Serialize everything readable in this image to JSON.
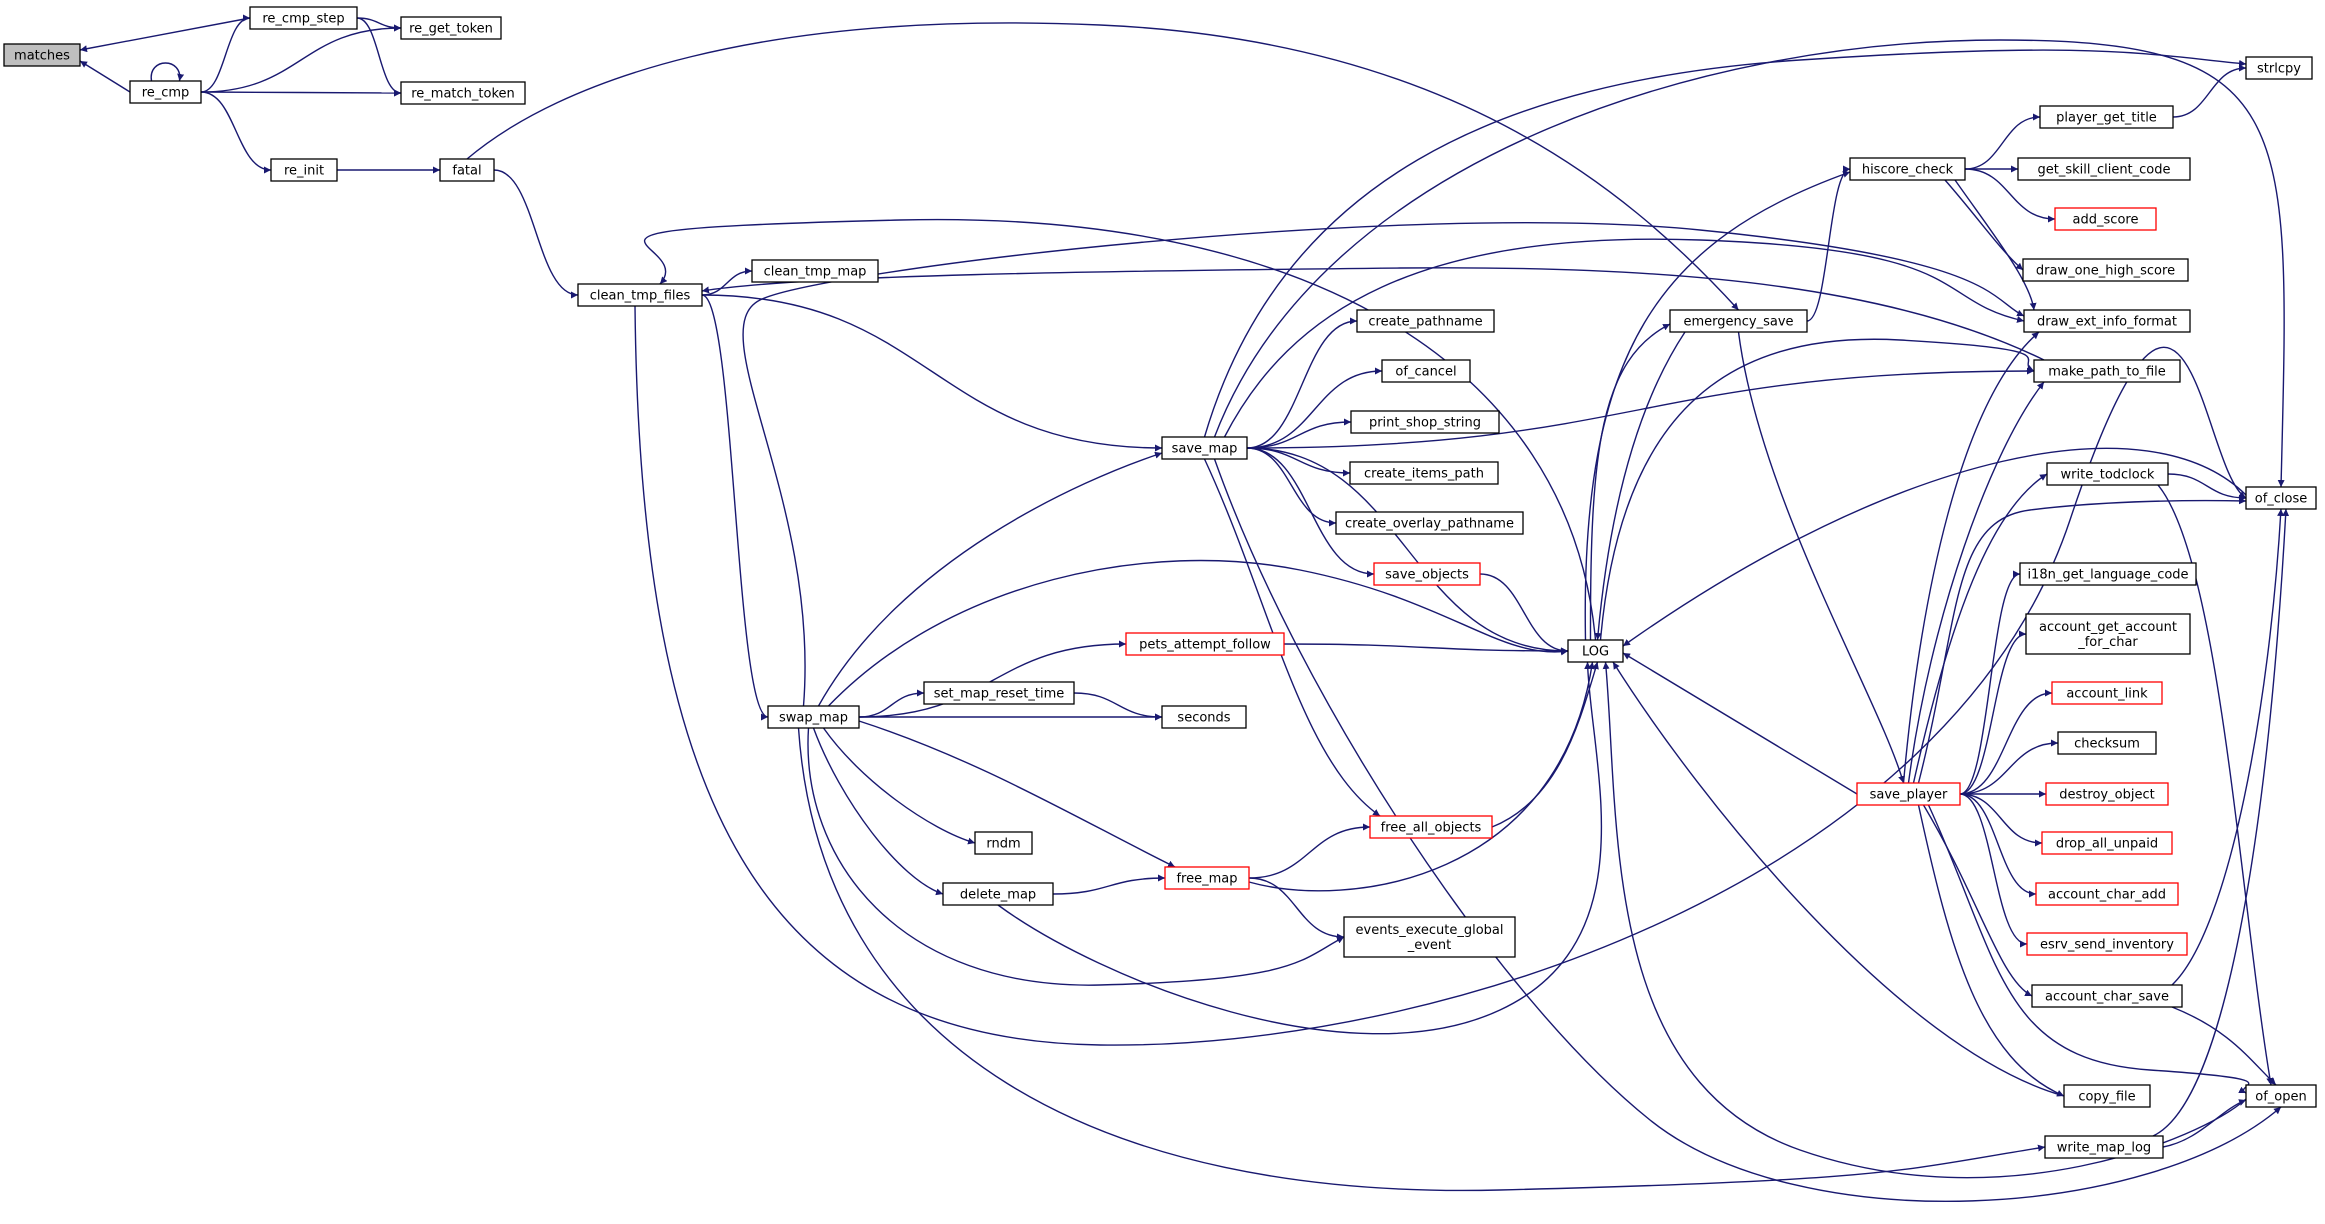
{
  "diagram": {
    "type": "call-graph",
    "colors": {
      "edge": "#191970",
      "node_border": "#000000",
      "highlight_border": "#ff0000",
      "focus_fill": "#bfbfbf"
    },
    "nodes": [
      {
        "id": "matches",
        "label": "matches",
        "style": "focus"
      },
      {
        "id": "re_cmp",
        "label": "re_cmp",
        "style": "normal"
      },
      {
        "id": "re_cmp_step",
        "label": "re_cmp_step",
        "style": "normal"
      },
      {
        "id": "re_get_token",
        "label": "re_get_token",
        "style": "normal"
      },
      {
        "id": "re_match_token",
        "label": "re_match_token",
        "style": "normal"
      },
      {
        "id": "re_init",
        "label": "re_init",
        "style": "normal"
      },
      {
        "id": "fatal",
        "label": "fatal",
        "style": "normal"
      },
      {
        "id": "clean_tmp_files",
        "label": "clean_tmp_files",
        "style": "normal"
      },
      {
        "id": "clean_tmp_map",
        "label": "clean_tmp_map",
        "style": "normal"
      },
      {
        "id": "save_map",
        "label": "save_map",
        "style": "normal"
      },
      {
        "id": "swap_map",
        "label": "swap_map",
        "style": "normal"
      },
      {
        "id": "create_pathname",
        "label": "create_pathname",
        "style": "normal"
      },
      {
        "id": "of_cancel",
        "label": "of_cancel",
        "style": "normal"
      },
      {
        "id": "print_shop_string",
        "label": "print_shop_string",
        "style": "normal"
      },
      {
        "id": "create_items_path",
        "label": "create_items_path",
        "style": "normal"
      },
      {
        "id": "create_overlay_pathname",
        "label": "create_overlay_pathname",
        "style": "normal"
      },
      {
        "id": "save_objects",
        "label": "save_objects",
        "style": "red"
      },
      {
        "id": "pets_attempt_follow",
        "label": "pets_attempt_follow",
        "style": "red"
      },
      {
        "id": "set_map_reset_time",
        "label": "set_map_reset_time",
        "style": "normal"
      },
      {
        "id": "seconds",
        "label": "seconds",
        "style": "normal"
      },
      {
        "id": "rndm",
        "label": "rndm",
        "style": "normal"
      },
      {
        "id": "delete_map",
        "label": "delete_map",
        "style": "normal"
      },
      {
        "id": "free_map",
        "label": "free_map",
        "style": "red"
      },
      {
        "id": "free_all_objects",
        "label": "free_all_objects",
        "style": "red"
      },
      {
        "id": "events_execute_global_event",
        "label": "events_execute_global\n_event",
        "style": "normal"
      },
      {
        "id": "LOG",
        "label": "LOG",
        "style": "normal"
      },
      {
        "id": "emergency_save",
        "label": "emergency_save",
        "style": "normal"
      },
      {
        "id": "hiscore_check",
        "label": "hiscore_check",
        "style": "normal"
      },
      {
        "id": "save_player",
        "label": "save_player",
        "style": "red"
      },
      {
        "id": "player_get_title",
        "label": "player_get_title",
        "style": "normal"
      },
      {
        "id": "get_skill_client_code",
        "label": "get_skill_client_code",
        "style": "normal"
      },
      {
        "id": "add_score",
        "label": "add_score",
        "style": "red"
      },
      {
        "id": "draw_one_high_score",
        "label": "draw_one_high_score",
        "style": "normal"
      },
      {
        "id": "draw_ext_info_format",
        "label": "draw_ext_info_format",
        "style": "normal"
      },
      {
        "id": "make_path_to_file",
        "label": "make_path_to_file",
        "style": "normal"
      },
      {
        "id": "write_todclock",
        "label": "write_todclock",
        "style": "normal"
      },
      {
        "id": "i18n_get_language_code",
        "label": "i18n_get_language_code",
        "style": "normal"
      },
      {
        "id": "account_get_account_for_char",
        "label": "account_get_account\n_for_char",
        "style": "normal"
      },
      {
        "id": "account_link",
        "label": "account_link",
        "style": "red"
      },
      {
        "id": "checksum",
        "label": "checksum",
        "style": "normal"
      },
      {
        "id": "destroy_object",
        "label": "destroy_object",
        "style": "red"
      },
      {
        "id": "drop_all_unpaid",
        "label": "drop_all_unpaid",
        "style": "red"
      },
      {
        "id": "account_char_add",
        "label": "account_char_add",
        "style": "red"
      },
      {
        "id": "esrv_send_inventory",
        "label": "esrv_send_inventory",
        "style": "red"
      },
      {
        "id": "account_char_save",
        "label": "account_char_save",
        "style": "normal"
      },
      {
        "id": "copy_file",
        "label": "copy_file",
        "style": "normal"
      },
      {
        "id": "write_map_log",
        "label": "write_map_log",
        "style": "normal"
      },
      {
        "id": "strlcpy",
        "label": "strlcpy",
        "style": "normal"
      },
      {
        "id": "of_close",
        "label": "of_close",
        "style": "normal"
      },
      {
        "id": "of_open",
        "label": "of_open",
        "style": "normal"
      }
    ],
    "edges": [
      {
        "from": "re_cmp",
        "to": "matches"
      },
      {
        "from": "re_cmp_step",
        "to": "matches"
      },
      {
        "from": "re_cmp",
        "to": "re_cmp"
      },
      {
        "from": "re_cmp",
        "to": "re_cmp_step"
      },
      {
        "from": "re_cmp_step",
        "to": "re_get_token"
      },
      {
        "from": "re_cmp_step",
        "to": "re_match_token"
      },
      {
        "from": "re_cmp",
        "to": "re_get_token"
      },
      {
        "from": "re_cmp",
        "to": "re_match_token"
      },
      {
        "from": "re_cmp",
        "to": "re_init"
      },
      {
        "from": "re_init",
        "to": "fatal"
      },
      {
        "from": "fatal",
        "to": "emergency_save"
      },
      {
        "from": "fatal",
        "to": "clean_tmp_files"
      },
      {
        "from": "clean_tmp_files",
        "to": "clean_tmp_map"
      },
      {
        "from": "clean_tmp_files",
        "to": "save_map"
      },
      {
        "from": "clean_tmp_files",
        "to": "swap_map"
      },
      {
        "from": "clean_tmp_files",
        "to": "of_close"
      },
      {
        "from": "LOG",
        "to": "clean_tmp_files"
      },
      {
        "from": "make_path_to_file",
        "to": "clean_tmp_files"
      },
      {
        "from": "save_map",
        "to": "create_pathname"
      },
      {
        "from": "save_map",
        "to": "of_cancel"
      },
      {
        "from": "save_map",
        "to": "print_shop_string"
      },
      {
        "from": "save_map",
        "to": "create_items_path"
      },
      {
        "from": "save_map",
        "to": "create_overlay_pathname"
      },
      {
        "from": "save_map",
        "to": "save_objects"
      },
      {
        "from": "save_map",
        "to": "LOG"
      },
      {
        "from": "save_map",
        "to": "free_all_objects"
      },
      {
        "from": "save_map",
        "to": "strlcpy"
      },
      {
        "from": "save_map",
        "to": "of_close"
      },
      {
        "from": "save_map",
        "to": "of_open"
      },
      {
        "from": "save_map",
        "to": "draw_ext_info_format"
      },
      {
        "from": "save_map",
        "to": "make_path_to_file"
      },
      {
        "from": "swap_map",
        "to": "save_map"
      },
      {
        "from": "swap_map",
        "to": "pets_attempt_follow"
      },
      {
        "from": "swap_map",
        "to": "set_map_reset_time"
      },
      {
        "from": "swap_map",
        "to": "seconds"
      },
      {
        "from": "swap_map",
        "to": "rndm"
      },
      {
        "from": "swap_map",
        "to": "delete_map"
      },
      {
        "from": "swap_map",
        "to": "free_map"
      },
      {
        "from": "swap_map",
        "to": "events_execute_global_event"
      },
      {
        "from": "swap_map",
        "to": "LOG"
      },
      {
        "from": "swap_map",
        "to": "draw_ext_info_format"
      },
      {
        "from": "swap_map",
        "to": "write_map_log"
      },
      {
        "from": "set_map_reset_time",
        "to": "seconds"
      },
      {
        "from": "delete_map",
        "to": "free_map"
      },
      {
        "from": "delete_map",
        "to": "LOG"
      },
      {
        "from": "free_map",
        "to": "free_all_objects"
      },
      {
        "from": "free_map",
        "to": "events_execute_global_event"
      },
      {
        "from": "free_map",
        "to": "LOG"
      },
      {
        "from": "free_all_objects",
        "to": "LOG"
      },
      {
        "from": "save_objects",
        "to": "LOG"
      },
      {
        "from": "pets_attempt_follow",
        "to": "LOG"
      },
      {
        "from": "LOG",
        "to": "emergency_save"
      },
      {
        "from": "LOG",
        "to": "hiscore_check"
      },
      {
        "from": "LOG",
        "to": "make_path_to_file"
      },
      {
        "from": "emergency_save",
        "to": "LOG"
      },
      {
        "from": "emergency_save",
        "to": "hiscore_check"
      },
      {
        "from": "emergency_save",
        "to": "save_player"
      },
      {
        "from": "hiscore_check",
        "to": "player_get_title"
      },
      {
        "from": "hiscore_check",
        "to": "get_skill_client_code"
      },
      {
        "from": "hiscore_check",
        "to": "add_score"
      },
      {
        "from": "hiscore_check",
        "to": "draw_one_high_score"
      },
      {
        "from": "hiscore_check",
        "to": "draw_ext_info_format"
      },
      {
        "from": "player_get_title",
        "to": "strlcpy"
      },
      {
        "from": "save_player",
        "to": "LOG"
      },
      {
        "from": "save_player",
        "to": "draw_ext_info_format"
      },
      {
        "from": "save_player",
        "to": "make_path_to_file"
      },
      {
        "from": "save_player",
        "to": "write_todclock"
      },
      {
        "from": "save_player",
        "to": "of_close"
      },
      {
        "from": "save_player",
        "to": "i18n_get_language_code"
      },
      {
        "from": "save_player",
        "to": "account_get_account_for_char"
      },
      {
        "from": "save_player",
        "to": "account_link"
      },
      {
        "from": "save_player",
        "to": "checksum"
      },
      {
        "from": "save_player",
        "to": "destroy_object"
      },
      {
        "from": "save_player",
        "to": "drop_all_unpaid"
      },
      {
        "from": "save_player",
        "to": "account_char_add"
      },
      {
        "from": "save_player",
        "to": "esrv_send_inventory"
      },
      {
        "from": "save_player",
        "to": "account_char_save"
      },
      {
        "from": "save_player",
        "to": "copy_file"
      },
      {
        "from": "save_player",
        "to": "of_open"
      },
      {
        "from": "write_todclock",
        "to": "of_close"
      },
      {
        "from": "write_todclock",
        "to": "of_open"
      },
      {
        "from": "of_close",
        "to": "LOG"
      },
      {
        "from": "account_char_save",
        "to": "of_close"
      },
      {
        "from": "account_char_save",
        "to": "of_open"
      },
      {
        "from": "copy_file",
        "to": "LOG"
      },
      {
        "from": "write_map_log",
        "to": "of_close"
      },
      {
        "from": "write_map_log",
        "to": "of_open"
      },
      {
        "from": "of_open",
        "to": "LOG"
      }
    ]
  }
}
